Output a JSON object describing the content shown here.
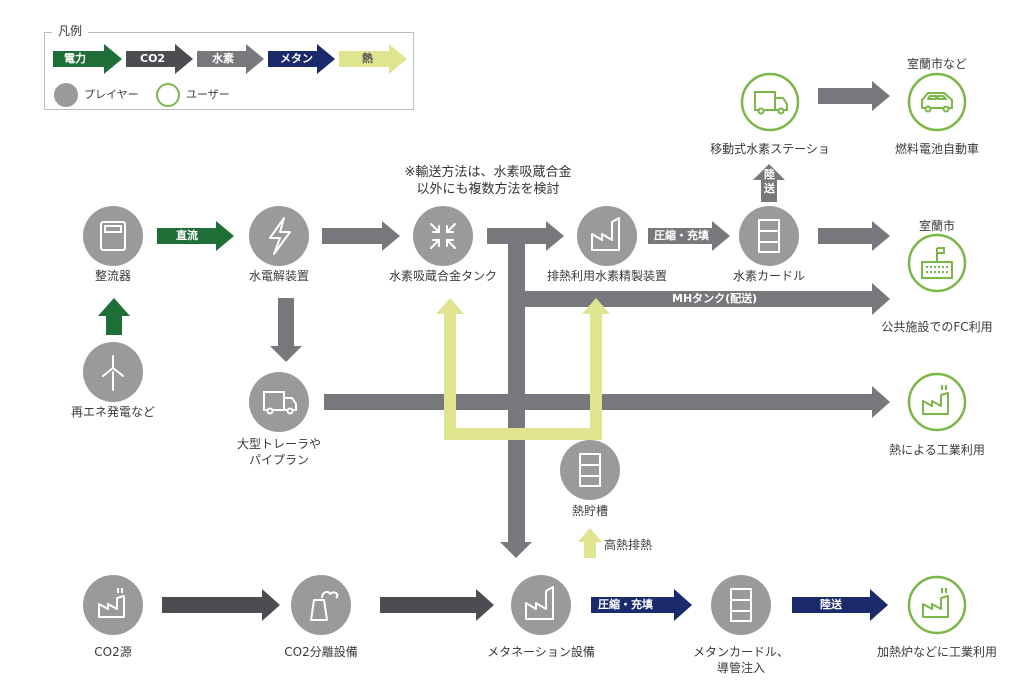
{
  "legend": {
    "title": "凡例",
    "flows": [
      {
        "label": "電力",
        "color": "#1f6e38"
      },
      {
        "label": "CO2",
        "color": "#4b4d50"
      },
      {
        "label": "水素",
        "color": "#76787b"
      },
      {
        "label": "メタン",
        "color": "#1b2a6b"
      },
      {
        "label": "熱",
        "color": "#dfe48e"
      }
    ],
    "player_label": "プレイヤー",
    "user_label": "ユーザー"
  },
  "colors": {
    "player": "#9a9a9a",
    "user_ring": "#7ab648",
    "electricity": "#1f6e38",
    "co2": "#4b4d50",
    "hydrogen": "#76787b",
    "methane": "#1b2a6b",
    "heat": "#dfe48e"
  },
  "note": [
    "※輸送方法は、水素吸蔵合金",
    "以外にも複数方法を検討"
  ],
  "nodes": {
    "rectifier": {
      "label": "整流器",
      "icon": "rectifier-icon"
    },
    "renewable": {
      "label": "再エネ発電など",
      "icon": "wind-turbine-icon"
    },
    "electrolyzer": {
      "label": "水電解装置",
      "icon": "lightning-icon"
    },
    "trailer": {
      "label": [
        "大型トレーラや",
        "パイプラン"
      ],
      "icon": "truck-icon"
    },
    "mh_tank": {
      "label": "水素吸蔵合金タンク",
      "icon": "compress-icon"
    },
    "purifier": {
      "label": "排熱利用水素精製装置",
      "icon": "factory-icon"
    },
    "h2_curdle": {
      "label": "水素カードル",
      "icon": "cylinder-rack-icon"
    },
    "mobile_station": {
      "label": "移動式水素ステーショ",
      "icon": "truck-icon"
    },
    "fcv": {
      "top": "室蘭市など",
      "label": "燃料電池自動車",
      "icon": "car-icon"
    },
    "public_fc": {
      "top": "室蘭市",
      "label": "公共施設でのFC利用",
      "icon": "building-icon"
    },
    "heat_industry": {
      "label": "熱による工業利用",
      "icon": "factory-smoke-icon"
    },
    "heat_storage": {
      "label": "熱貯槽",
      "icon": "cylinder-rack-icon"
    },
    "co2_source": {
      "label": "CO2源",
      "icon": "factory-smoke-icon"
    },
    "co2_separation": {
      "label": "CO2分離設備",
      "icon": "cooling-tower-icon"
    },
    "methanation": {
      "label": "メタネーション設備",
      "icon": "factory-icon"
    },
    "methane_curdle": {
      "label": [
        "メタンカードル、",
        "導管注入"
      ],
      "icon": "cylinder-rack-icon"
    },
    "furnace": {
      "label": "加熱炉などに工業利用",
      "icon": "factory-smoke-icon"
    }
  },
  "arrows": {
    "dc": "直流",
    "compress_fill": "圧縮・充填",
    "land_transport": "陸送",
    "mh_delivery": "MHタンク(配送)",
    "high_heat": "高熱排熱",
    "methane_compress": "圧縮・充填",
    "methane_land": "陸送"
  }
}
